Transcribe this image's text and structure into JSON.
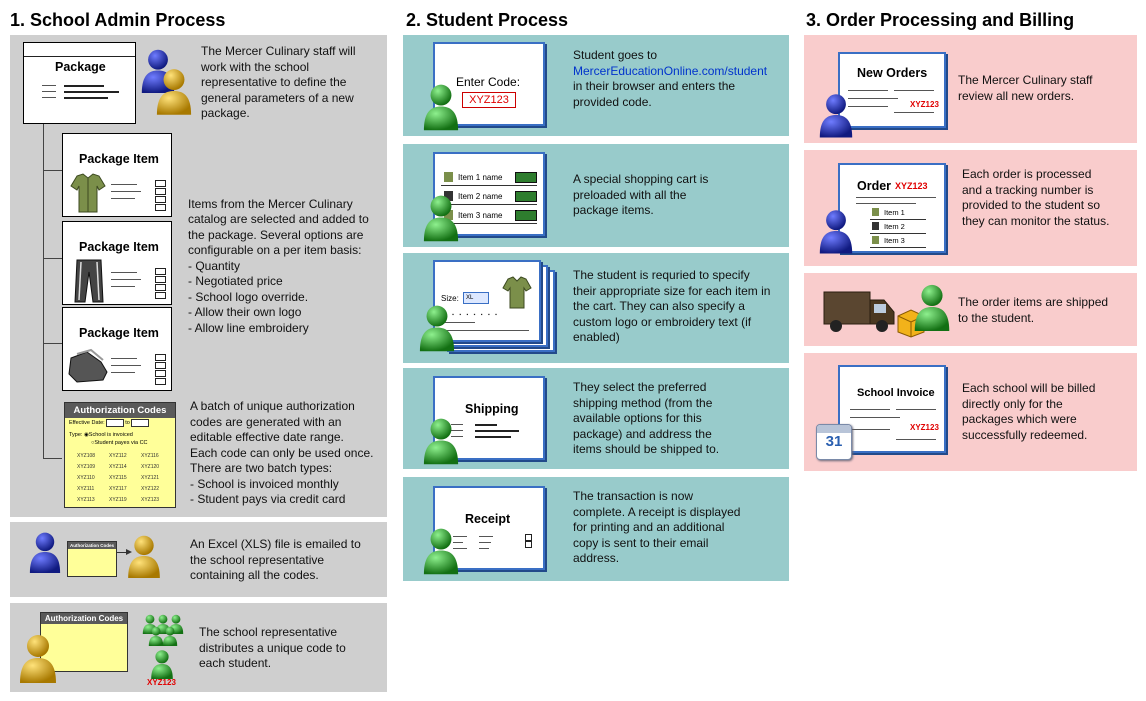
{
  "sections": {
    "admin": {
      "title": "1. School Admin Process",
      "step1_text": "The Mercer Culinary staff will work with the school representative to define the general parameters of a new package.",
      "package_label": "Package",
      "item_label": "Package Item",
      "items_text": [
        "Items from the Mercer Culinary",
        "catalog are selected and added to",
        "the package.  Several options are",
        "configurable on a per item basis:",
        " - Quantity",
        " - Negotiated price",
        " - School logo override.",
        " - Allow their own logo",
        " - Allow line embroidery"
      ],
      "auth_title": "Authorization Codes",
      "auth_effective": "Effective Date:",
      "auth_to": "to",
      "auth_type": "Type:",
      "auth_opt1": "School is invoiced",
      "auth_opt2": "Student payes via CC",
      "auth_codes": [
        "XYZ108",
        "XYZ112",
        "XYZ116",
        "XYZ109",
        "XYZ114",
        "XYZ120",
        "XYZ110",
        "XYZ115",
        "XYZ121",
        "XYZ111",
        "XYZ117",
        "XYZ122",
        "XYZ113",
        "XYZ119",
        "XYZ123"
      ],
      "auth_text": [
        "A batch of unique authorization",
        "codes are generated with an",
        "editable effective date range.",
        "Each code can only be used once.",
        "There are two batch types:",
        " - School is invoiced monthly",
        " - Student pays via credit card"
      ],
      "step3_text": "An Excel (XLS) file is emailed to the school representative containing all the codes.",
      "step4_text": "The school representative distributes a unique code to each student.",
      "code_example": "XYZ123"
    },
    "student": {
      "title": "2. Student Process",
      "enter_code_label": "Enter Code:",
      "enter_code_value": "XYZ123",
      "step1_prefix": "Student goes to",
      "step1_link": "MercerEducationOnline.com/student",
      "step1_suffix": "in their browser and enters the provided code.",
      "cart_items": [
        "Item 1 name",
        "Item 2 name",
        "Item 3 name"
      ],
      "step2_text": "A special shopping cart is preloaded with all the package items.",
      "size_label": "Size:",
      "size_value": "XL",
      "step3_text": "The student is requried to specify their appropriate size for each item in the cart.  They can also specify a custom logo or embroidery text (if enabled)",
      "shipping_label": "Shipping",
      "step4_text": "They select the preferred shipping method (from the available options for this package) and address the items should be shipped to.",
      "receipt_label": "Receipt",
      "step5_text": "The transaction is now complete.  A receipt is displayed for printing and an additional copy is sent to their email address."
    },
    "billing": {
      "title": "3. Order Processing and Billing",
      "new_orders_label": "New Orders",
      "code": "XYZ123",
      "step1_text": "The Mercer Culinary staff review all new orders.",
      "order_label": "Order",
      "order_items": [
        "Item 1",
        "Item 2",
        "Item 3"
      ],
      "step2_text": "Each order is processed and a tracking number is provided to the student so they can monitor the status.",
      "step3_text": "The order items are shipped to the student.",
      "invoice_label": "School Invoice",
      "calendar_day": "31",
      "step4_text": "Each school will be billed directly only for the packages which were successfully redeemed."
    }
  },
  "colors": {
    "admin_bg": "#cfcfcf",
    "student_bg": "#98cbcb",
    "billing_bg": "#f9cccc",
    "arrow": "#66dd22",
    "person_blue": "#1f2fa8",
    "person_gold": "#d4a017",
    "person_green": "#2ea82e"
  }
}
